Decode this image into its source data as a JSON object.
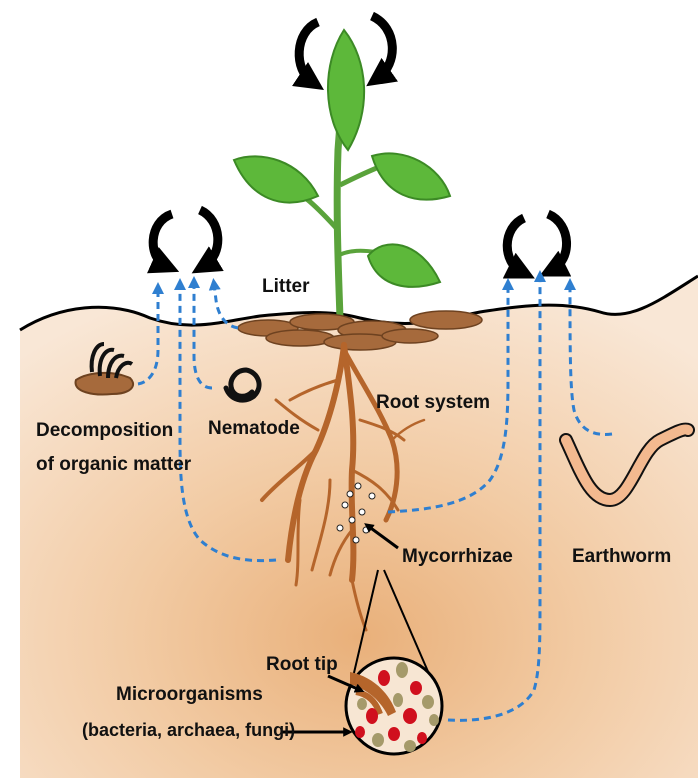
{
  "labels": {
    "litter": "Litter",
    "root_system": "Root system",
    "decomposition_line1": "Decomposition",
    "decomposition_line2": "of organic matter",
    "nematode": "Nematode",
    "mycorrhizae": "Mycorrhizae",
    "earthworm": "Earthworm",
    "root_tip": "Root tip",
    "microorganisms_line1": "Microorganisms",
    "microorganisms_line2": "(bacteria, archaea, fungi)"
  },
  "colors": {
    "soil_light": "#f7e3cf",
    "soil_center": "#eab684",
    "ground_line": "#000000",
    "leaf": "#5db83a",
    "leaf_dark": "#3c8a25",
    "stem": "#5aa33b",
    "litter": "#a66a3c",
    "root": "#b5652b",
    "earthworm": "#f3b98f",
    "dashed_arrow": "#2f7fd0",
    "bacteria_red": "#d0101e",
    "fungi_olive": "#a59a6a"
  },
  "icons": [
    "cycle-arrows-icon",
    "nematode-icon",
    "earthworm-icon",
    "decomposition-icon"
  ]
}
